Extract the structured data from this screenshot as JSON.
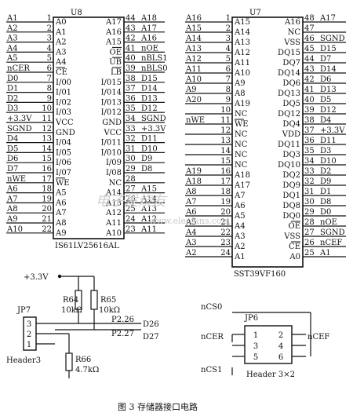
{
  "u8": {
    "ref": "U8",
    "part": "IS61LV25616AL",
    "left": [
      {
        "sig": "A1",
        "name": "A0",
        "num": "1"
      },
      {
        "sig": "A2",
        "name": "A1",
        "num": "2"
      },
      {
        "sig": "A3",
        "name": "A2",
        "num": "3"
      },
      {
        "sig": "A4",
        "name": "A3",
        "num": "4"
      },
      {
        "sig": "A5",
        "name": "A4",
        "num": "5"
      },
      {
        "sig": "nCER",
        "name": "CE",
        "num": "6",
        "bar": true
      },
      {
        "sig": "D0",
        "name": "I/00",
        "num": "7"
      },
      {
        "sig": "D1",
        "name": "I/01",
        "num": "8"
      },
      {
        "sig": "D2",
        "name": "I/02",
        "num": "9"
      },
      {
        "sig": "D3",
        "name": "I/03",
        "num": "10"
      },
      {
        "sig": "+3.3V",
        "name": "VCC",
        "num": "11"
      },
      {
        "sig": "SGND",
        "name": "GND",
        "num": "12"
      },
      {
        "sig": "D4",
        "name": "I/04",
        "num": "13"
      },
      {
        "sig": "D5",
        "name": "I/05",
        "num": "14"
      },
      {
        "sig": "D6",
        "name": "I/06",
        "num": "15"
      },
      {
        "sig": "D7",
        "name": "I/07",
        "num": "16"
      },
      {
        "sig": "nWE",
        "name": "WE",
        "num": "17",
        "bar": true
      },
      {
        "sig": "A6",
        "name": "A5",
        "num": "18"
      },
      {
        "sig": "A7",
        "name": "A6",
        "num": "19"
      },
      {
        "sig": "A8",
        "name": "A7",
        "num": "20"
      },
      {
        "sig": "A9",
        "name": "A8",
        "num": "21"
      },
      {
        "sig": "A10",
        "name": "A9",
        "num": "22"
      }
    ],
    "right": [
      {
        "num": "44",
        "name": "A17",
        "sig": "A18"
      },
      {
        "num": "43",
        "name": "A16",
        "sig": "A17"
      },
      {
        "num": "42",
        "name": "A15",
        "sig": "A16"
      },
      {
        "num": "41",
        "name": "OE",
        "sig": "nOE",
        "bar": true
      },
      {
        "num": "40",
        "name": "UB",
        "sig": "nBLS1",
        "bar": true
      },
      {
        "num": "39",
        "name": "LB",
        "sig": "nBLS0",
        "bar": true
      },
      {
        "num": "38",
        "name": "I/015",
        "sig": "D15"
      },
      {
        "num": "37",
        "name": "I/014",
        "sig": "D14"
      },
      {
        "num": "36",
        "name": "I/013",
        "sig": "D13"
      },
      {
        "num": "35",
        "name": "I/012",
        "sig": "D12"
      },
      {
        "num": "34",
        "name": "GND",
        "sig": "SGND"
      },
      {
        "num": "33",
        "name": "VCC",
        "sig": "+3.3V"
      },
      {
        "num": "32",
        "name": "I/011",
        "sig": "D11"
      },
      {
        "num": "31",
        "name": "I/010",
        "sig": "D10"
      },
      {
        "num": "30",
        "name": "I/09",
        "sig": "D9"
      },
      {
        "num": "29",
        "name": "I/08",
        "sig": "D8"
      },
      {
        "num": "28",
        "name": "NC",
        "sig": ""
      },
      {
        "num": "27",
        "name": "A14",
        "sig": "A15"
      },
      {
        "num": "26",
        "name": "A13",
        "sig": "A14"
      },
      {
        "num": "25",
        "name": "A12",
        "sig": "A13"
      },
      {
        "num": "24",
        "name": "A11",
        "sig": "A12"
      },
      {
        "num": "23",
        "name": "A10",
        "sig": "A11"
      }
    ]
  },
  "u7": {
    "ref": "U7",
    "part": "SST39VF160",
    "left": [
      {
        "sig": "A16",
        "name": "A15",
        "num": "1"
      },
      {
        "sig": "A15",
        "name": "A14",
        "num": "2"
      },
      {
        "sig": "A14",
        "name": "A13",
        "num": "3"
      },
      {
        "sig": "A13",
        "name": "A12",
        "num": "4"
      },
      {
        "sig": "A12",
        "name": "A11",
        "num": "5"
      },
      {
        "sig": "A11",
        "name": "A10",
        "num": "6"
      },
      {
        "sig": "A10",
        "name": "A9",
        "num": "7"
      },
      {
        "sig": "A9",
        "name": "A8",
        "num": "8"
      },
      {
        "sig": "A20",
        "name": "A19",
        "num": "9"
      },
      {
        "sig": "",
        "name": "NC",
        "num": "10"
      },
      {
        "sig": "nWE",
        "name": "WE",
        "num": "11",
        "bar": true
      },
      {
        "sig": "",
        "name": "NC",
        "num": "12"
      },
      {
        "sig": "",
        "name": "NC",
        "num": "13"
      },
      {
        "sig": "",
        "name": "NC",
        "num": "14"
      },
      {
        "sig": "",
        "name": "NC",
        "num": "15"
      },
      {
        "sig": "A19",
        "name": "A18",
        "num": "16"
      },
      {
        "sig": "A18",
        "name": "A17",
        "num": "17"
      },
      {
        "sig": "A8",
        "name": "A7",
        "num": "18"
      },
      {
        "sig": "A7",
        "name": "A6",
        "num": "19"
      },
      {
        "sig": "A6",
        "name": "A5",
        "num": "20"
      },
      {
        "sig": "A5",
        "name": "A4",
        "num": "21"
      },
      {
        "sig": "A4",
        "name": "A3",
        "num": "22"
      },
      {
        "sig": "A3",
        "name": "A2",
        "num": "23"
      },
      {
        "sig": "A2",
        "name": "A1",
        "num": "24"
      }
    ],
    "right": [
      {
        "num": "48",
        "name": "A16",
        "sig": "A17"
      },
      {
        "num": "47",
        "name": "NC",
        "sig": ""
      },
      {
        "num": "46",
        "name": "VSS",
        "sig": "SGND"
      },
      {
        "num": "45",
        "name": "DQ15",
        "sig": "D15"
      },
      {
        "num": "44",
        "name": "DQ7",
        "sig": "D7"
      },
      {
        "num": "43",
        "name": "DQ14",
        "sig": "D14"
      },
      {
        "num": "42",
        "name": "DQ6",
        "sig": "D6"
      },
      {
        "num": "41",
        "name": "DQ13",
        "sig": "D13"
      },
      {
        "num": "40",
        "name": "DQ5",
        "sig": "D5"
      },
      {
        "num": "39",
        "name": "DQ12",
        "sig": "D12"
      },
      {
        "num": "38",
        "name": "DQ4",
        "sig": "D4"
      },
      {
        "num": "37",
        "name": "VDD",
        "sig": "+3.3V"
      },
      {
        "num": "36",
        "name": "DQ11",
        "sig": "D11"
      },
      {
        "num": "35",
        "name": "DQ3",
        "sig": "D3"
      },
      {
        "num": "34",
        "name": "DQ10",
        "sig": "D10"
      },
      {
        "num": "33",
        "name": "DQ2",
        "sig": "D2"
      },
      {
        "num": "32",
        "name": "DQ9",
        "sig": "D9"
      },
      {
        "num": "31",
        "name": "DQ1",
        "sig": "D1"
      },
      {
        "num": "30",
        "name": "DQ8",
        "sig": "D8"
      },
      {
        "num": "29",
        "name": "DQ0",
        "sig": "D0"
      },
      {
        "num": "28",
        "name": "OE",
        "sig": "nOE",
        "bar": true
      },
      {
        "num": "27",
        "name": "VSS",
        "sig": "SGND"
      },
      {
        "num": "26",
        "name": "CE",
        "sig": "nCEF",
        "bar": true
      },
      {
        "num": "25",
        "name": "A0",
        "sig": "A1"
      }
    ]
  },
  "jumper": {
    "ref": "JP7",
    "part": "Header3",
    "pins": [
      "3",
      "2",
      "1"
    ],
    "vcc": "+3.3V",
    "r64_ref": "R64",
    "r64_val": "10kΩ",
    "r65_ref": "R65",
    "r65_val": "10kΩ",
    "r66_ref": "R66",
    "r66_val": "4.7kΩ",
    "p226": "P2.26",
    "p227": "P2.27",
    "d26": "D26",
    "d27": "D27"
  },
  "jp6": {
    "ref": "JP6",
    "part": "Header 3×2",
    "pins": [
      "1",
      "2",
      "3",
      "4",
      "5",
      "6"
    ],
    "ncs0": "nCS0",
    "ncer": "nCER",
    "ncs1": "nCS1",
    "ncef": "nCEF"
  },
  "caption": "图 3  存储器接口电路",
  "watermark": {
    "cn": "电子发烧友",
    "url": "www.elecfans.com"
  }
}
